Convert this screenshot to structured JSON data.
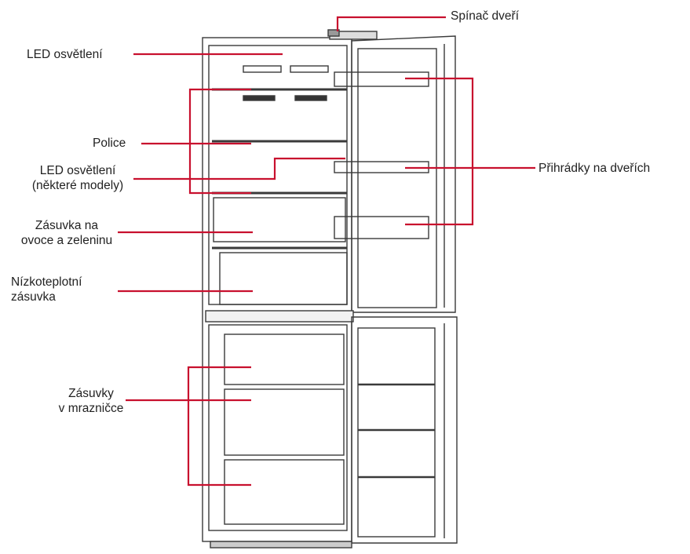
{
  "labels": {
    "door_switch": "Spínač dveří",
    "led_top": "LED osvětlení",
    "shelves": "Police",
    "led_some": [
      "LED osvětlení",
      "(některé modely)"
    ],
    "door_bins": "Přihrádky na dveřích",
    "crisper": [
      "Zásuvka na",
      "ovoce a zeleninu"
    ],
    "low_temp": [
      "Nízkoteplotní",
      "zásuvka"
    ],
    "freezer": [
      "Zásuvky",
      "v mrazničce"
    ]
  },
  "colors": {
    "leader": "#c8102e",
    "outline": "#3a3a3a"
  }
}
